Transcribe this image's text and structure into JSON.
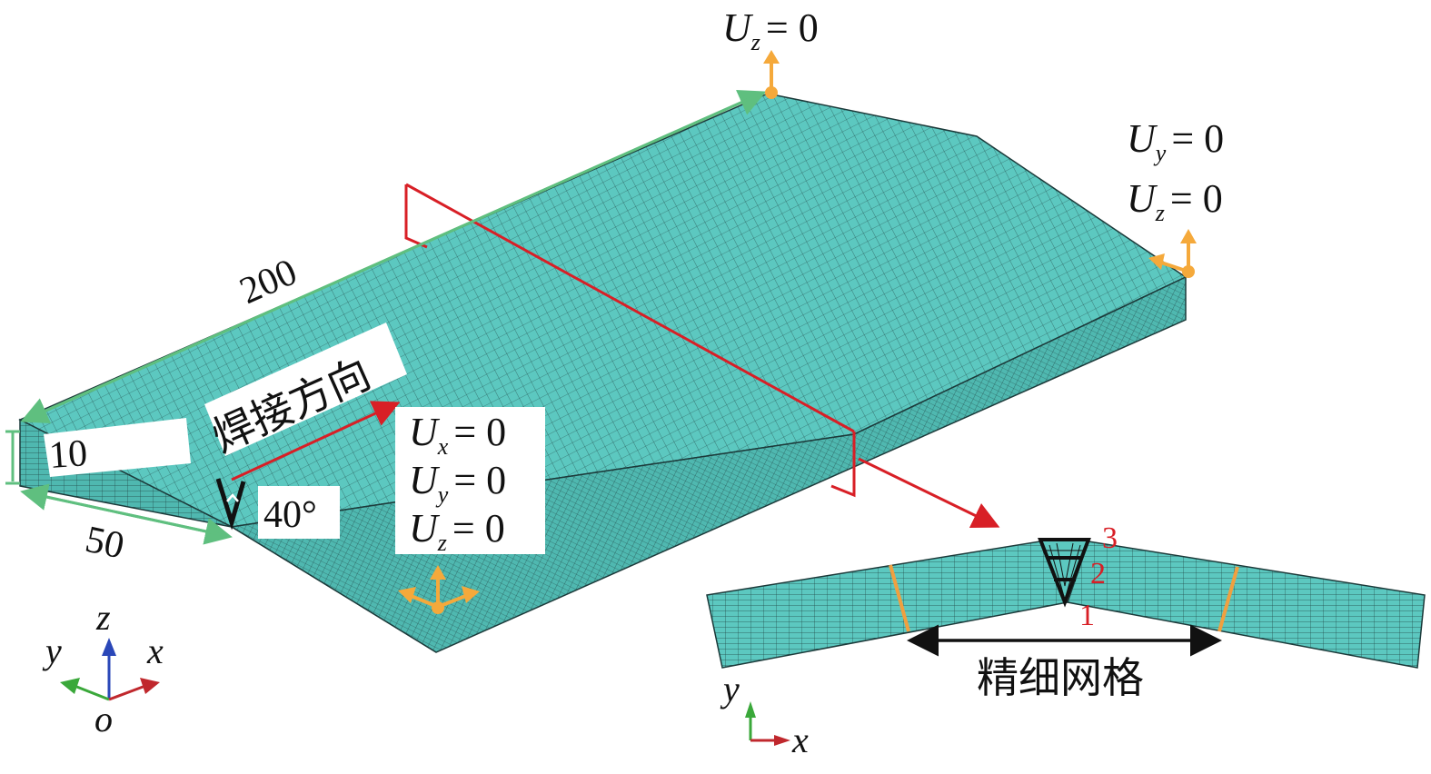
{
  "labels": {
    "length": "200",
    "thickness": "10",
    "width": "50",
    "angle": "40°",
    "weld_direction": "焊接方向",
    "fine_mesh": "精细网格",
    "layer_1": "1",
    "layer_2": "2",
    "layer_3": "3"
  },
  "constraints": {
    "top_corner": [
      {
        "var": "U",
        "sub": "z",
        "value": "= 0"
      }
    ],
    "right_corner": [
      {
        "var": "U",
        "sub": "y",
        "value": "= 0"
      },
      {
        "var": "U",
        "sub": "z",
        "value": "= 0"
      }
    ],
    "front_corner": [
      {
        "var": "U",
        "sub": "x",
        "value": "= 0"
      },
      {
        "var": "U",
        "sub": "y",
        "value": "= 0"
      },
      {
        "var": "U",
        "sub": "z",
        "value": "= 0"
      }
    ]
  },
  "axes_3d": {
    "z": "z",
    "y": "y",
    "x": "x",
    "origin": "o"
  },
  "axes_2d": {
    "y": "y",
    "x": "x"
  },
  "colors": {
    "mesh_fill": "#5cc8c0",
    "mesh_line": "#1c3a3a",
    "dimension": "#5fbf7f",
    "section": "#d81f26",
    "constraint": "#f5a93b",
    "fine_mesh_boundary": "#f0a040",
    "axis_x": "#c0282d",
    "axis_y": "#3aa83a",
    "axis_z": "#2a47b8"
  }
}
